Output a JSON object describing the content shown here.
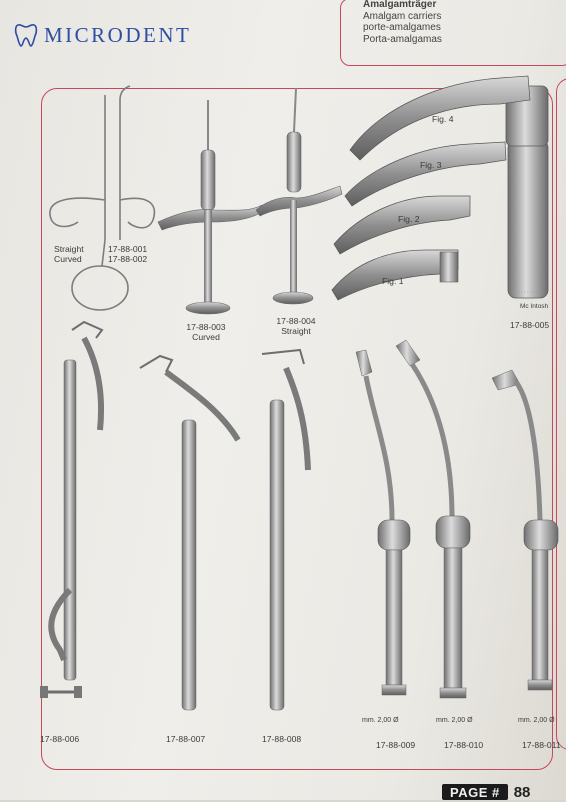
{
  "header": {
    "brand": "MICRODENT",
    "category_lines": [
      "Amalgamträger",
      "Amalgam carriers",
      "porte-amalgames",
      "Porta-amalgamas"
    ]
  },
  "products": [
    {
      "id": "p1",
      "lines": [
        "Straight",
        "Curved"
      ],
      "codes": [
        "17-88-001",
        "17-88-002"
      ]
    },
    {
      "id": "p3",
      "code": "17-88-003",
      "note": "Curved"
    },
    {
      "id": "p4",
      "code": "17-88-004",
      "note": "Straight"
    },
    {
      "id": "p5",
      "code": "17-88-005",
      "brand_tag": "Mc Intosh",
      "figures": [
        "Fig. 4",
        "Fig. 3",
        "Fig. 2",
        "Fig. 1"
      ]
    },
    {
      "id": "p6",
      "code": "17-88-006"
    },
    {
      "id": "p7",
      "code": "17-88-007"
    },
    {
      "id": "p8",
      "code": "17-88-008"
    },
    {
      "id": "p9",
      "code": "17-88-009",
      "size": "mm. 2,00 Ø"
    },
    {
      "id": "p10",
      "code": "17-88-010",
      "size": "mm. 2,00 Ø"
    },
    {
      "id": "p11",
      "code": "17-88-011",
      "size": "mm. 2,00 Ø"
    }
  ],
  "footer": {
    "label": "PAGE #",
    "number": "88"
  },
  "colors": {
    "frame": "#c7485c",
    "brand": "#2e4ea3",
    "metal": "#8d8d8d"
  }
}
